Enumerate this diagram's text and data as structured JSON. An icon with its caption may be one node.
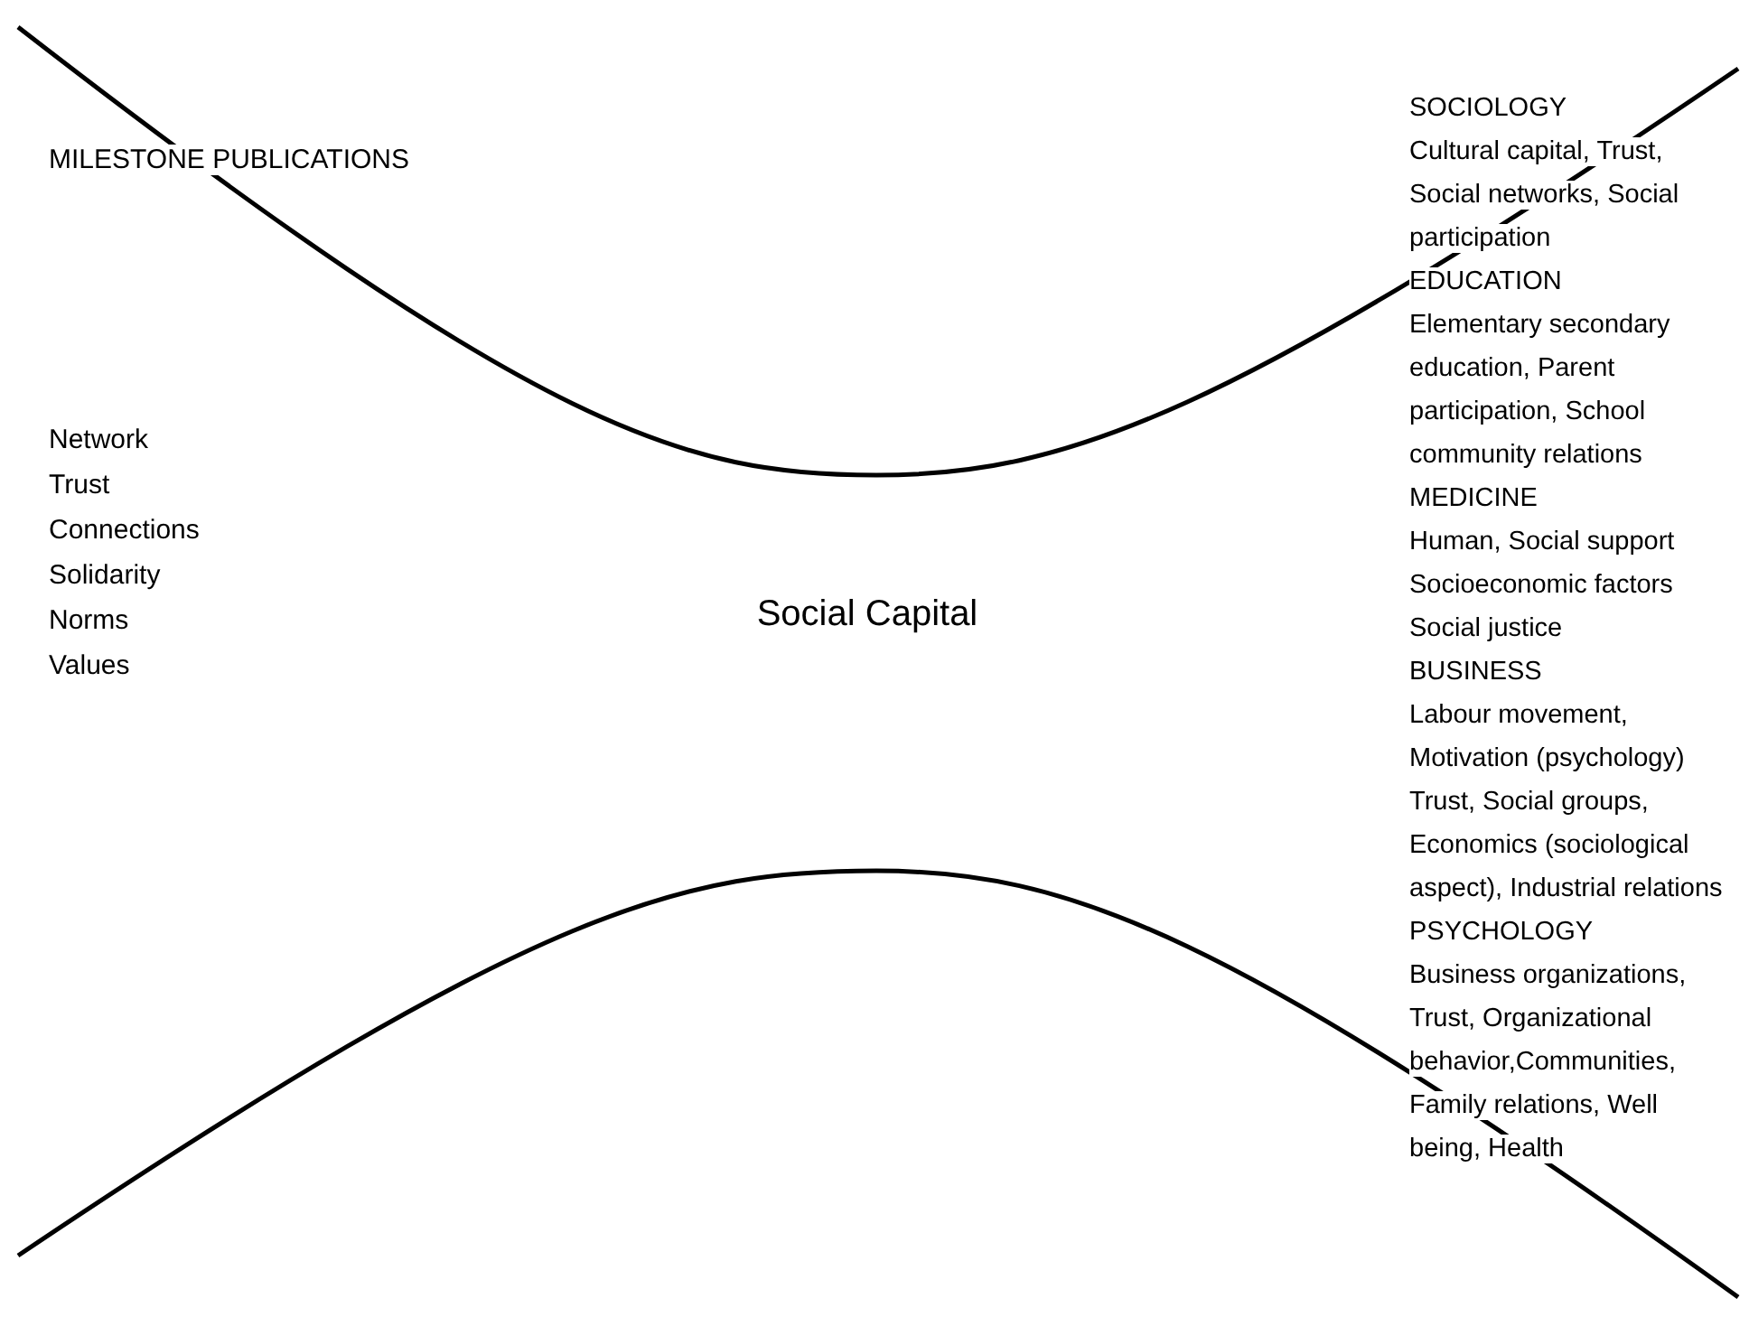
{
  "diagram": {
    "labels": [
      "MILESTONE PUBLICATIONS",
      "Network",
      "Trust",
      "Connections",
      "Solidarity",
      "Norms",
      "Values",
      "Social Capital",
      "SOCIOLOGY",
      "Cultural capital, Trust, Social networks, Social participation",
      "EDUCATION",
      "Elementary secondary education, Parent participation, School community relations",
      "MEDICINE",
      "Human, Social support Socioeconomic factors Social justice",
      "BUSINESS",
      "Labour movement, Motivation (psychology) Trust, Social groups, Economics (sociological aspect), Industrial relations",
      "PSYCHOLOGY",
      "Business organizations, Trust, Organizational behavior,Communities, Family relations, Well being, Health"
    ]
  }
}
